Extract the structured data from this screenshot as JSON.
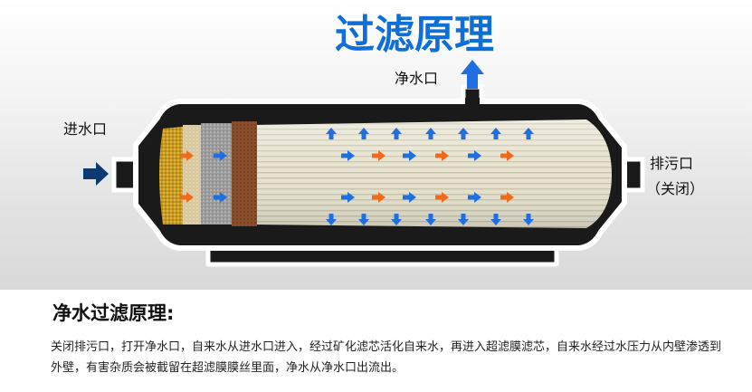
{
  "title": "过滤原理",
  "labels": {
    "inlet": "进水口",
    "outlet": "净水口",
    "drain": "排污口",
    "drain_state": "（关闭）"
  },
  "explanation": {
    "heading": "净水过滤原理:",
    "body": "关闭排污口，打开净水口，自来水从进水口进入，经过矿化滤芯活化自来水，再进入超滤膜滤芯，自来水经过水压力从内壁渗透到外壁，有害杂质会被截留在超滤膜膜丝里面，净水从净水口出流出。"
  },
  "colors": {
    "title": "#0f6fd8",
    "arrow_blue": "#1f6fe0",
    "arrow_orange": "#f06a1c",
    "inlet_arrow": "#0b3b70",
    "housing_outline": "#ffffff",
    "housing_interior": "#1a1a1a"
  },
  "icons": [
    "right-arrow-icon",
    "up-arrow-icon"
  ]
}
